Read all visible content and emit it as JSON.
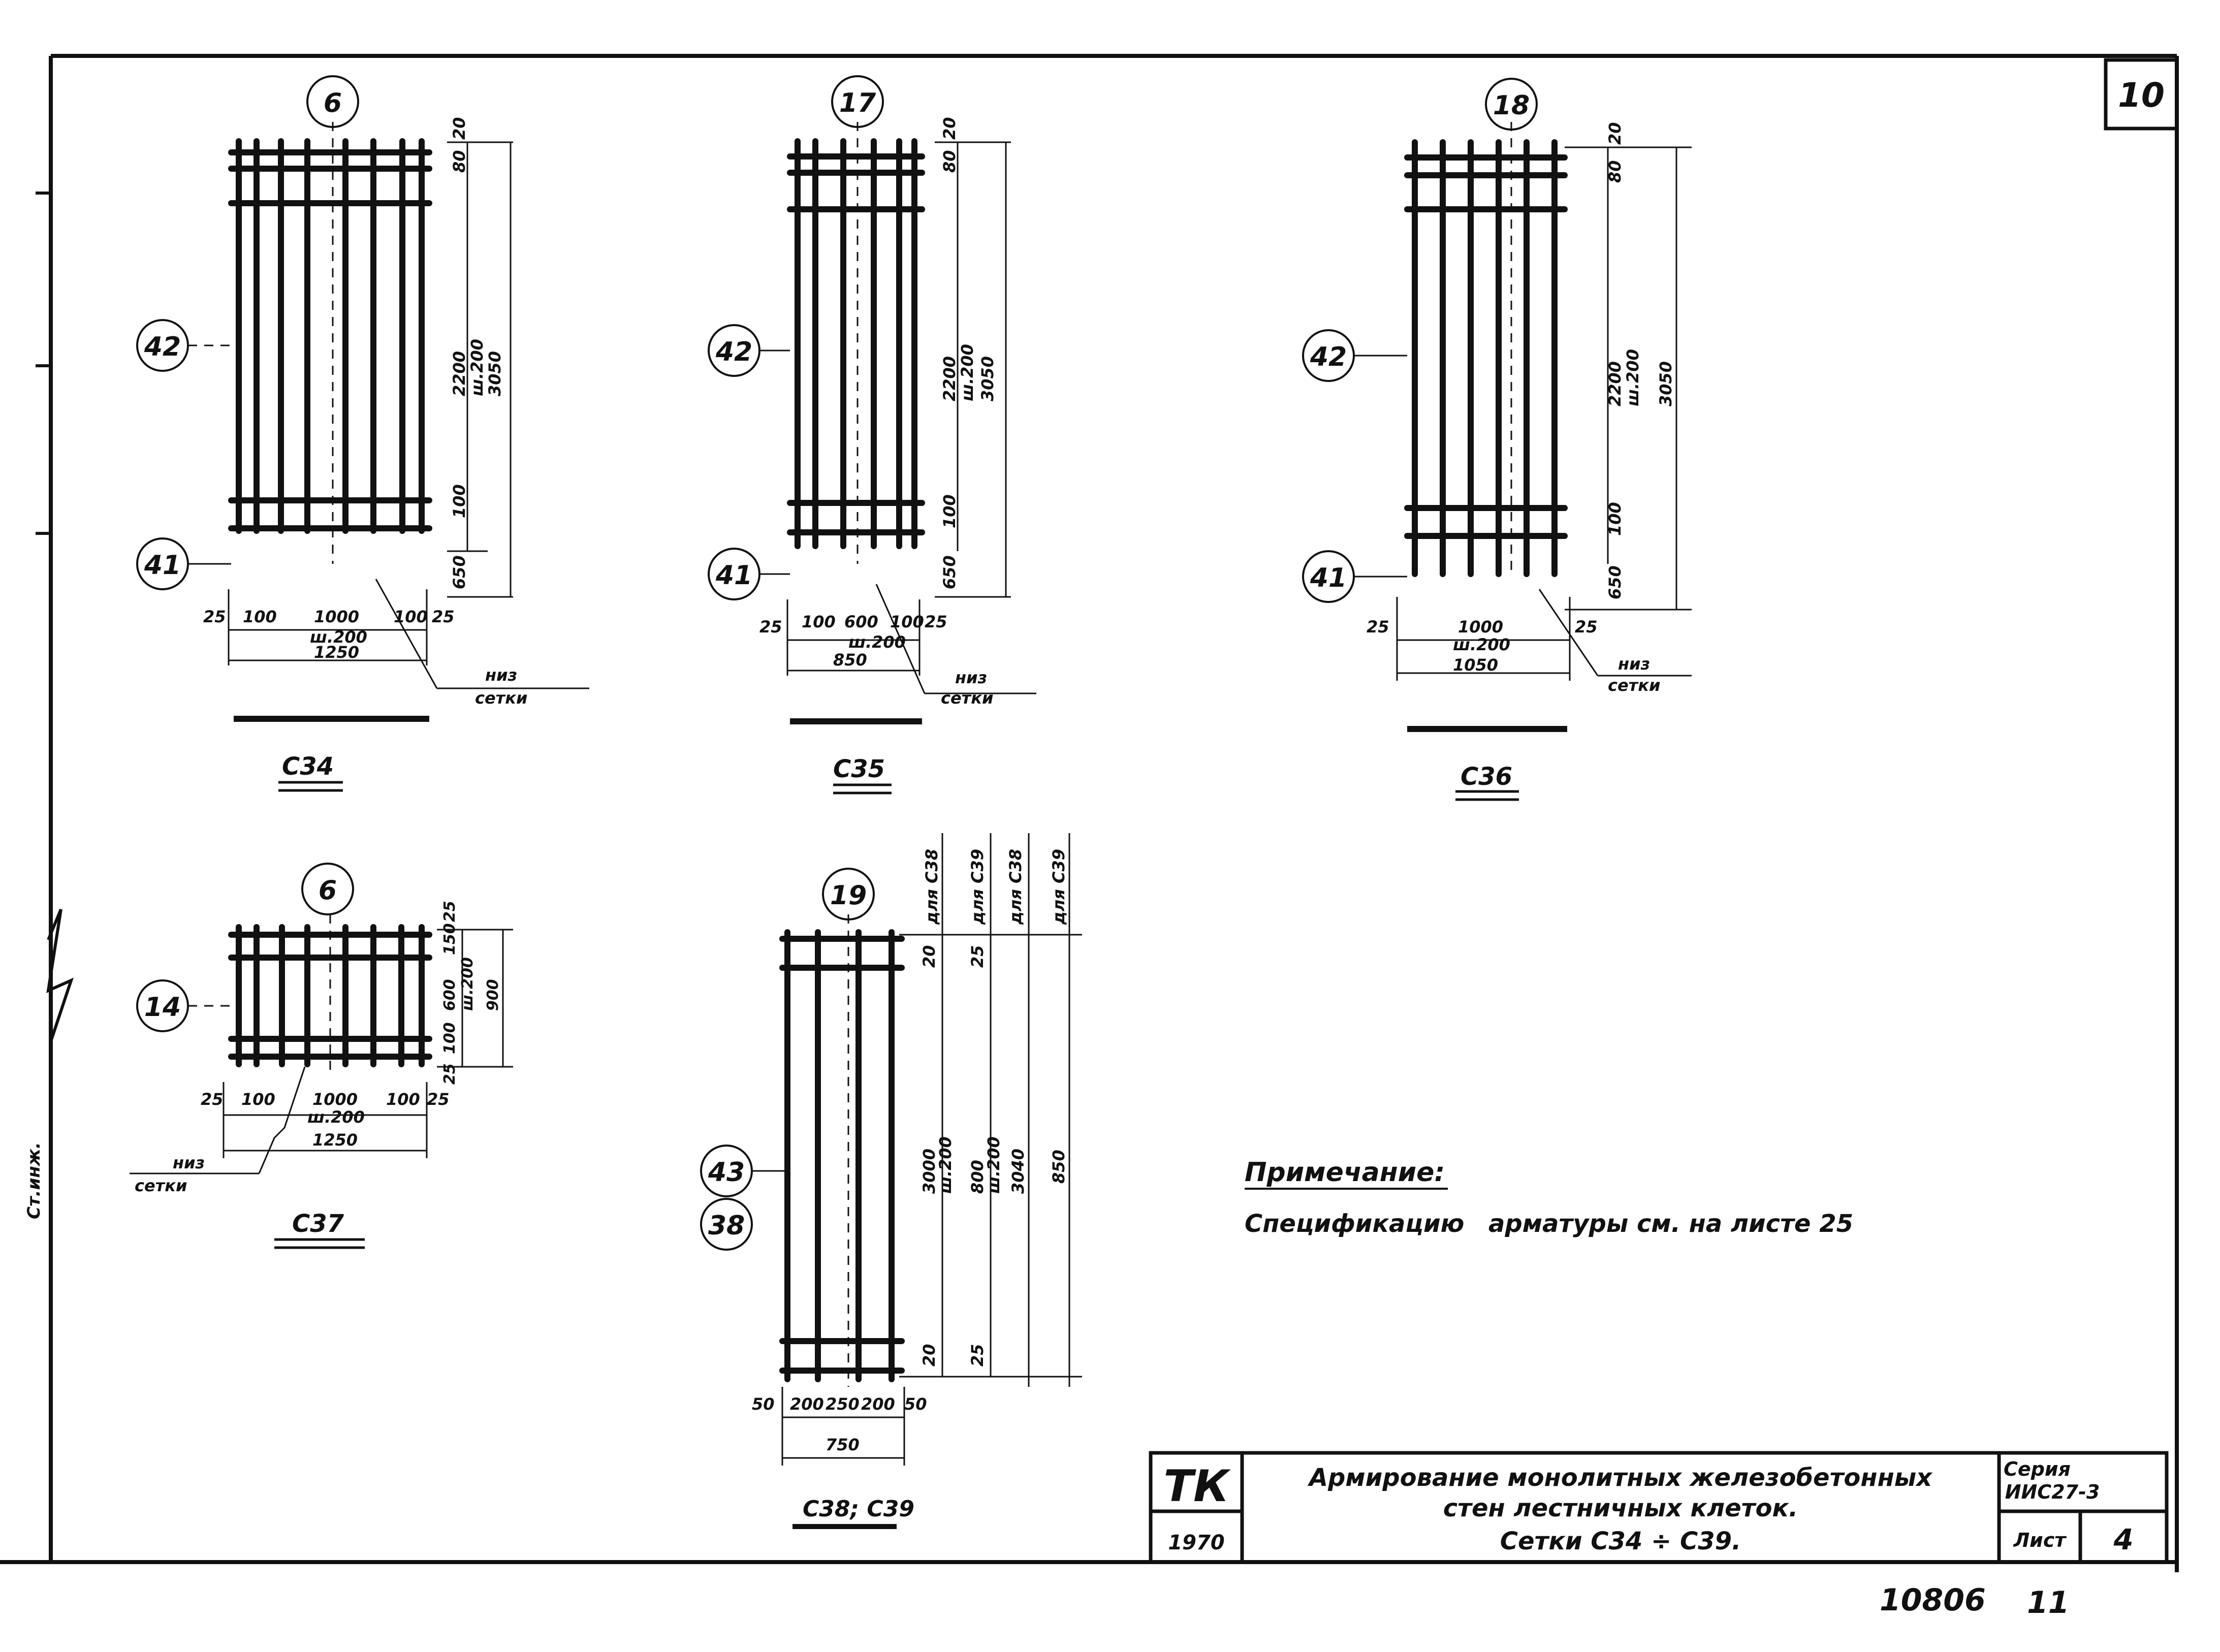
{
  "sheet": {
    "corner_number": "10",
    "bottom_code": "10806",
    "bottom_num": "11",
    "margin_text": "Ст.инж."
  },
  "note": {
    "heading": "Примечание:",
    "line1": "Спецификацию",
    "line2": "арматуры см. на листе 25"
  },
  "title_block": {
    "org": "ТК",
    "year": "1970",
    "title_line1": "Армирование монолитных железобетонных",
    "title_line2": "стен лестничных клеток.",
    "title_line3": "Сетки С34 ÷ С39.",
    "series_label": "Серия",
    "series_value": "ИИС27-3",
    "sheet_label": "Лист",
    "sheet_value": "4"
  },
  "meshes": {
    "c34": {
      "label": "С34",
      "mark_top": "6",
      "mark_mid": "42",
      "mark_bot": "41",
      "v_dims": [
        "20",
        "80",
        "2200",
        "ш.200",
        "3050",
        "100",
        "650"
      ],
      "h_dims": [
        "25",
        "100",
        "1000",
        "ш.200",
        "100",
        "25",
        "1250"
      ],
      "note1": "низ",
      "note2": "сетки"
    },
    "c35": {
      "label": "С35",
      "mark_top": "17",
      "mark_mid": "42",
      "mark_bot": "41",
      "v_dims": [
        "20",
        "80",
        "2200",
        "ш.200",
        "3050",
        "100",
        "650"
      ],
      "h_dims": [
        "25",
        "100",
        "600",
        "ш.200",
        "100",
        "25",
        "850"
      ],
      "note1": "низ",
      "note2": "сетки"
    },
    "c36": {
      "label": "С36",
      "mark_top": "18",
      "mark_mid": "42",
      "mark_bot": "41",
      "v_dims": [
        "20",
        "80",
        "2200",
        "ш.200",
        "3050",
        "100",
        "650"
      ],
      "h_dims": [
        "25",
        "1000",
        "ш.200",
        "25",
        "1050"
      ],
      "note1": "низ",
      "note2": "сетки"
    },
    "c37": {
      "label": "С37",
      "mark_top": "6",
      "mark_mid": "14",
      "v_dims": [
        "25",
        "150",
        "600",
        "ш.200",
        "900",
        "100",
        "25"
      ],
      "h_dims": [
        "25",
        "100",
        "1000",
        "ш.200",
        "100",
        "25",
        "1250"
      ],
      "note1": "низ",
      "note2": "сетки"
    },
    "c38": {
      "label": "С38; С39",
      "mark_top": "19",
      "mark_mid": "43",
      "mark_bot": "38",
      "col_headers": [
        "для С38",
        "для С39",
        "для С38",
        "для С39"
      ],
      "v_dims": [
        "20",
        "25",
        "3000",
        "ш.200",
        "800",
        "ш.200",
        "3040",
        "850",
        "20",
        "25"
      ],
      "h_dims": [
        "50",
        "200",
        "250",
        "200",
        "50",
        "750"
      ]
    }
  }
}
